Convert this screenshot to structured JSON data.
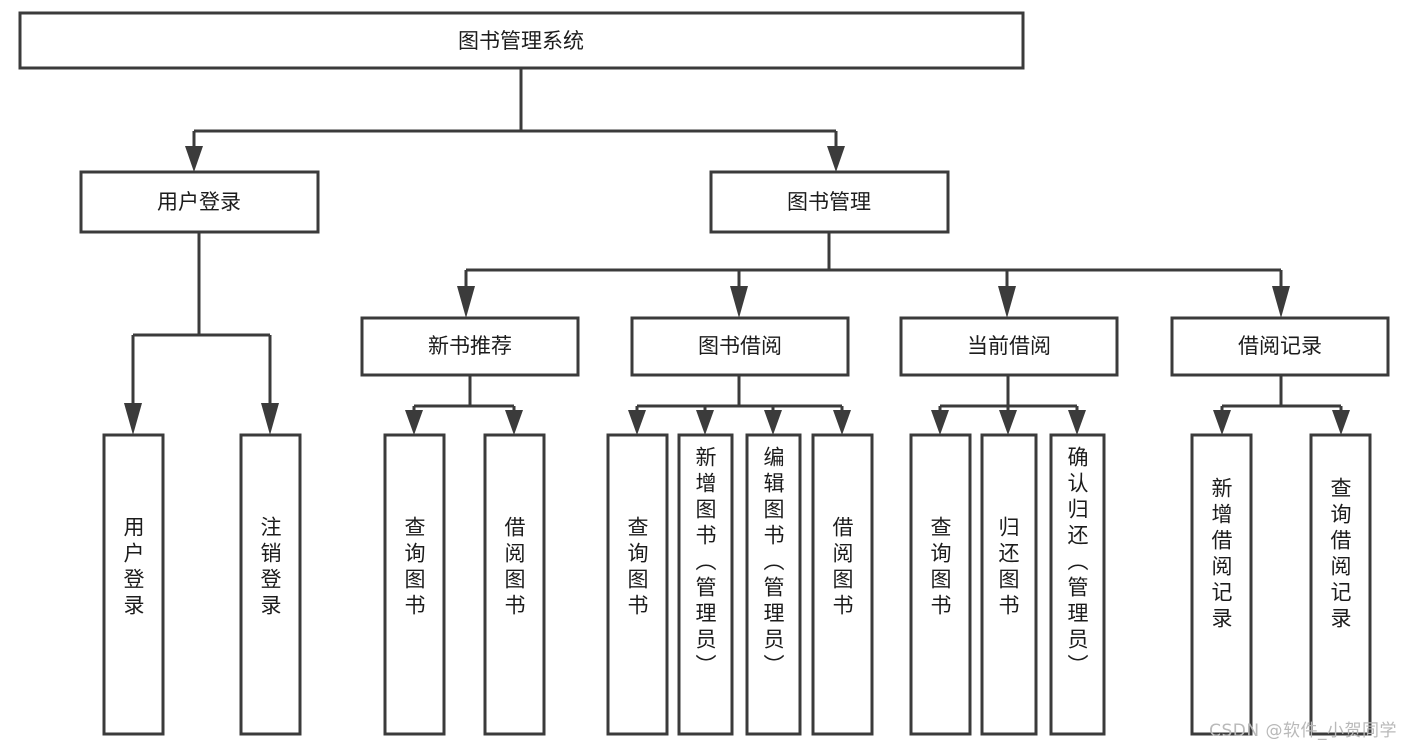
{
  "diagram": {
    "type": "tree-hierarchy",
    "title": "图书管理系统",
    "watermark": "CSDN @软件_小贺同学",
    "colors": {
      "background": "#ffffff",
      "stroke": "#3b3b3b",
      "text": "#1c1c1c",
      "watermark": "#b9b9b9"
    },
    "root": {
      "label": "图书管理系统"
    },
    "level2": [
      {
        "label": "用户登录"
      },
      {
        "label": "图书管理"
      }
    ],
    "level3": [
      {
        "label": "新书推荐"
      },
      {
        "label": "图书借阅"
      },
      {
        "label": "当前借阅"
      },
      {
        "label": "借阅记录"
      }
    ],
    "leaves": {
      "user_login": [
        {
          "label": "用户登录"
        },
        {
          "label": "注销登录"
        }
      ],
      "new_book": [
        {
          "label": "查询图书"
        },
        {
          "label": "借阅图书"
        }
      ],
      "borrow_book": [
        {
          "label": "查询图书"
        },
        {
          "label": "新增图书（管理员）"
        },
        {
          "label": "编辑图书（管理员）"
        },
        {
          "label": "借阅图书"
        }
      ],
      "current_borrow": [
        {
          "label": "查询图书"
        },
        {
          "label": "归还图书"
        },
        {
          "label": "确认归还（管理员）"
        }
      ],
      "borrow_record": [
        {
          "label": "新增借阅记录"
        },
        {
          "label": "查询借阅记录"
        }
      ]
    }
  }
}
